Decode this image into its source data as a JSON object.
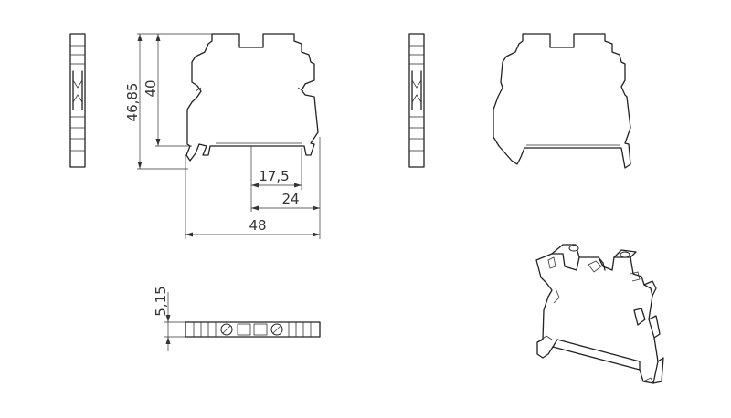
{
  "dimensions": {
    "overall_height": "46,85",
    "inner_height": "40",
    "d_17_5": "17,5",
    "d_24": "24",
    "d_48": "48",
    "thickness": "5,15"
  }
}
